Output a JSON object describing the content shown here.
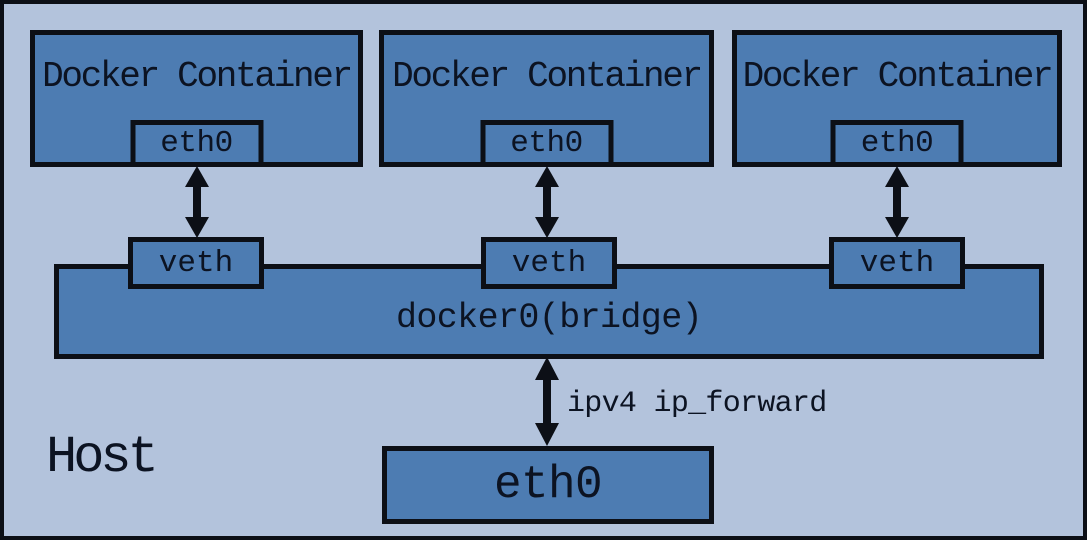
{
  "diagram": {
    "title_implicit": "Docker bridge networking",
    "host": {
      "label": "Host"
    },
    "containers": [
      {
        "label": "Docker Container",
        "interface": "eth0"
      },
      {
        "label": "Docker Container",
        "interface": "eth0"
      },
      {
        "label": "Docker Container",
        "interface": "eth0"
      }
    ],
    "veths": [
      {
        "label": "veth"
      },
      {
        "label": "veth"
      },
      {
        "label": "veth"
      }
    ],
    "bridge": {
      "label": "docker0(bridge)"
    },
    "forwarding": {
      "label": "ipv4 ip_forward"
    },
    "host_interface": {
      "label": "eth0"
    },
    "colors": {
      "host_background": "#b3c3dc",
      "node_fill": "#4d7cb2",
      "line": "#0c0f16",
      "text": "#0c1322"
    }
  }
}
